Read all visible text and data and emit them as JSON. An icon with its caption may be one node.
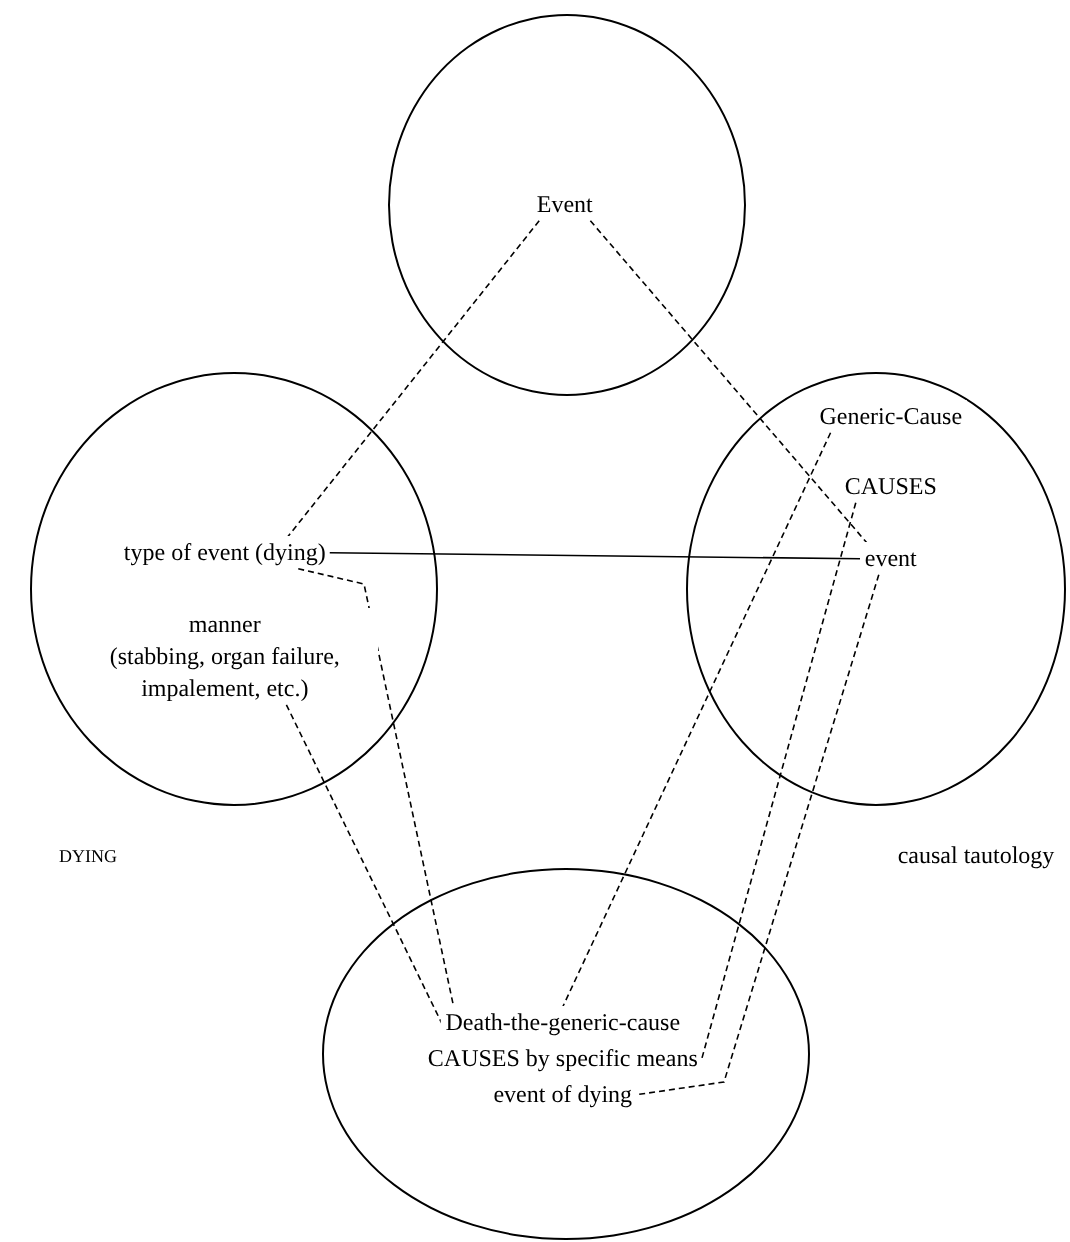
{
  "diagram": {
    "nodes": [
      {
        "text": [],
        "shape": "circle"
      },
      {
        "text": [
          "Event"
        ],
        "in": 0
      },
      {
        "text": [],
        "shape": "circle"
      },
      {
        "text": [
          "type of event (dying)"
        ],
        "in": 2
      },
      {
        "text": [
          "manner",
          "(stabbing, organ failure, impalement, etc.)"
        ],
        "in": 2
      },
      {
        "text": [],
        "shape": "circle"
      },
      {
        "text": [
          "Generic-Cause"
        ],
        "in": 5
      },
      {
        "text": [
          "CAUSES"
        ],
        "in": 5
      },
      {
        "text": [
          "event"
        ],
        "in": 5
      },
      {
        "text": [],
        "shape": "circle"
      },
      {
        "text": [
          "Death-the-generic-cause"
        ],
        "in": 9
      },
      {
        "text": [
          "CAUSES by specific means"
        ],
        "in": 9
      },
      {
        "text": [
          "event of dying"
        ],
        "in": 9
      }
    ],
    "edges": [
      {
        "from": 1,
        "to": 3,
        "arrow": "none",
        "style": "dashed"
      },
      {
        "from": 1,
        "to": 8,
        "arrow": "none",
        "style": "dashed"
      },
      {
        "from": 3,
        "to": 8,
        "arrow": "none"
      },
      {
        "from": 3,
        "to": 10,
        "arrow": "none",
        "style": "dashed"
      },
      {
        "from": 4,
        "to": 10,
        "arrow": "none",
        "style": "dashed"
      },
      {
        "from": 6,
        "to": 10,
        "arrow": "none",
        "style": "dashed"
      },
      {
        "from": 7,
        "to": 11,
        "arrow": "none",
        "style": "dashed"
      },
      {
        "from": 8,
        "to": 12,
        "arrow": "none",
        "style": "dashed"
      }
    ],
    "labels": [
      "DYING",
      "causal tautology"
    ]
  }
}
